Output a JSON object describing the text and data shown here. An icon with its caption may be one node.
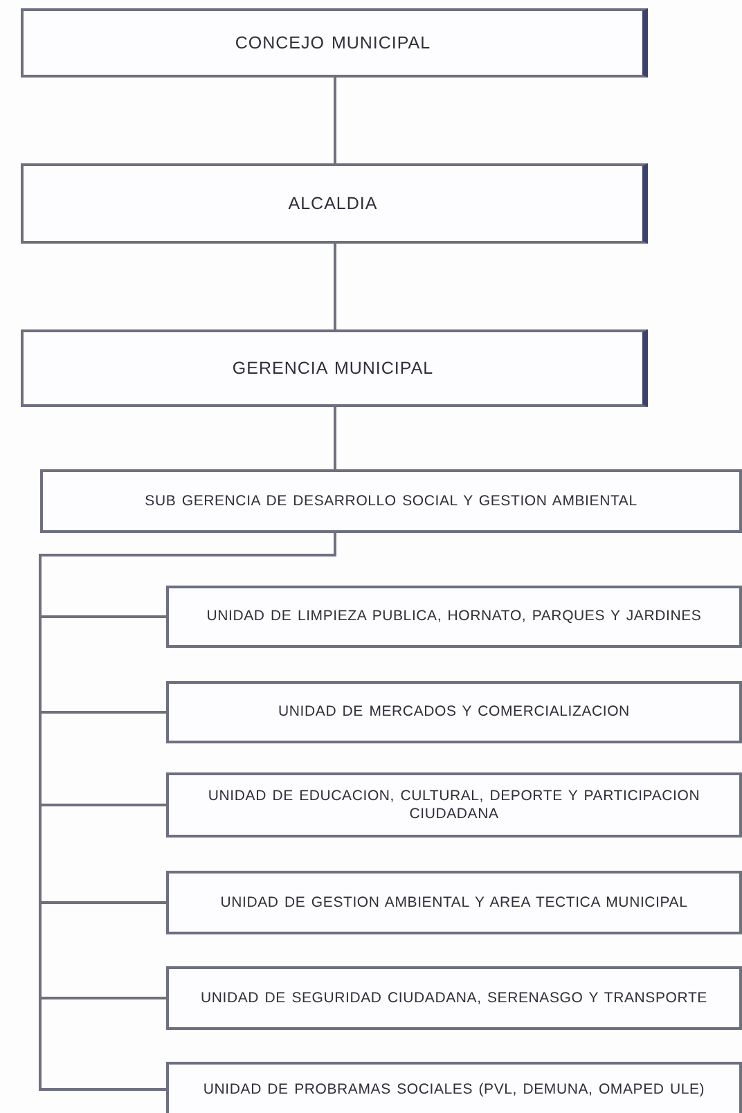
{
  "diagram": {
    "nodes": [
      {
        "text": [
          "CONCEJO  MUNICIPAL"
        ]
      },
      {
        "text": [
          "ALCALDIA"
        ]
      },
      {
        "text": [
          "GERENCIA  MUNICIPAL"
        ]
      },
      {
        "text": [
          "SUB GERENCIA DE  DESARROLLO SOCIAL Y GESTION AMBIENTAL"
        ]
      },
      {
        "text": [
          "UNIDAD DE LIMPIEZA PUBLICA, HORNATO, PARQUES Y JARDINES"
        ]
      },
      {
        "text": [
          "UNIDAD DE MERCADOS Y COMERCIALIZACION"
        ]
      },
      {
        "text": [
          "UNIDAD DE EDUCACION, CULTURAL, DEPORTE  Y PARTICIPACION CIUDADANA"
        ]
      },
      {
        "text": [
          "UNIDAD DE GESTION AMBIENTAL Y AREA TECTICA  MUNICIPAL"
        ]
      },
      {
        "text": [
          "UNIDAD DE SEGURIDAD CIUDADANA, SERENASGO Y TRANSPORTE"
        ]
      },
      {
        "text": [
          "UNIDAD DE  PROBRAMAS  SOCIALES (PVL, DEMUNA, OMAPED ULE)"
        ]
      }
    ],
    "edges": [
      {
        "from": 0,
        "to": 1,
        "arrow": "none"
      },
      {
        "from": 1,
        "to": 2,
        "arrow": "none"
      },
      {
        "from": 2,
        "to": 3,
        "arrow": "none"
      },
      {
        "from": 3,
        "to": 4,
        "arrow": "none"
      },
      {
        "from": 3,
        "to": 5,
        "arrow": "none"
      },
      {
        "from": 3,
        "to": 6,
        "arrow": "none"
      },
      {
        "from": 3,
        "to": 7,
        "arrow": "none"
      },
      {
        "from": 3,
        "to": 8,
        "arrow": "none"
      },
      {
        "from": 3,
        "to": 9,
        "arrow": "none"
      }
    ]
  }
}
